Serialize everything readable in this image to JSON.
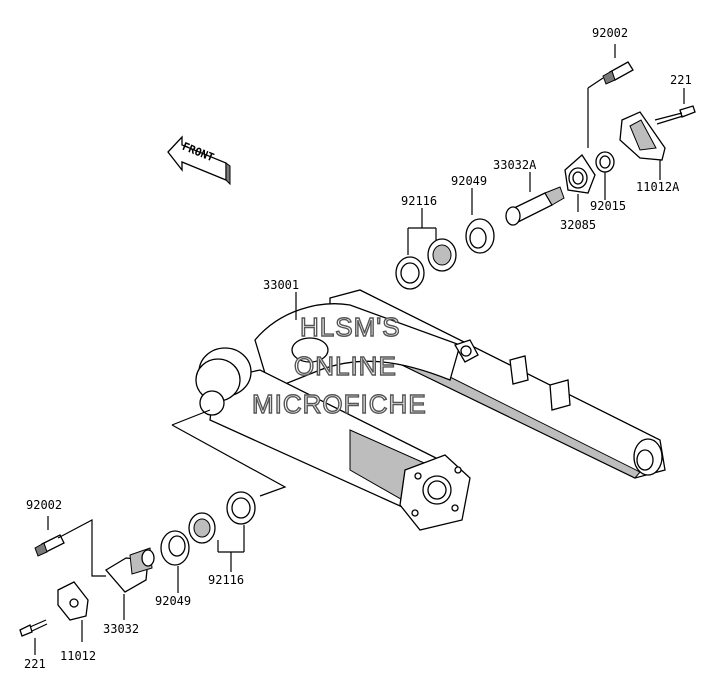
{
  "diagram": {
    "front_label": "FRONT",
    "watermark": [
      "HLSM'S",
      "ONLINE",
      "MICROFICHE"
    ],
    "part_labels": {
      "p92002_top": "92002",
      "p221_top": "221",
      "p33032a": "33032A",
      "p92049_top": "92049",
      "p92116_top": "92116",
      "p32085": "32085",
      "p92015": "92015",
      "p11012a": "11012A",
      "p33001": "33001",
      "p92002_bottom": "92002",
      "p33032": "33032",
      "p92049_bottom": "92049",
      "p92116_bottom": "92116",
      "p11012": "11012",
      "p221_bottom": "221"
    }
  }
}
